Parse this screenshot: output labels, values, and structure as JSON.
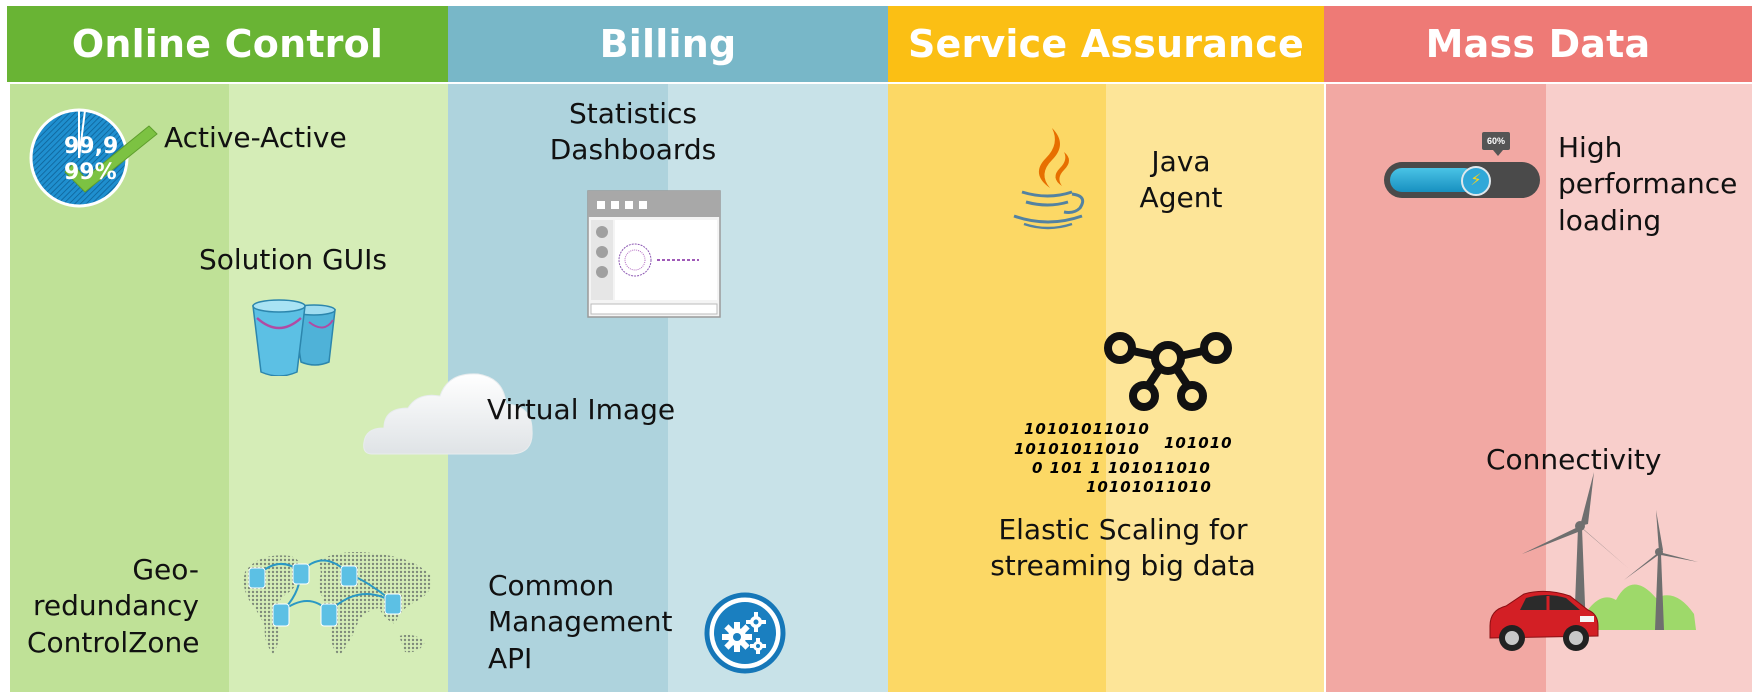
{
  "columns": [
    {
      "id": "online-control",
      "title": "Online Control",
      "header_color": "#69b434",
      "band_dark": "#bfe197",
      "band_light": "#d5edb7",
      "items": {
        "active_active": "Active-Active",
        "availability_line1": "99,9",
        "availability_line2": "99%",
        "solution_guis": "Solution GUIs",
        "geo_line1": "Geo-",
        "geo_line2": "redundancy",
        "geo_line3": "ControlZone"
      }
    },
    {
      "id": "billing",
      "title": "Billing",
      "header_color": "#78b7c8",
      "band_dark": "#aed3dd",
      "band_light": "#c8e2e8",
      "items": {
        "stats_line1": "Statistics",
        "stats_line2": "Dashboards",
        "virtual_image": "Virtual Image",
        "common_line1": "Common",
        "common_line2": "Management",
        "common_line3": "API"
      }
    },
    {
      "id": "service-assurance",
      "title": "Service Assurance",
      "header_color": "#fbbf14",
      "band_dark": "#fcd865",
      "band_light": "#fde598",
      "items": {
        "java_line1": "Java",
        "java_line2": "Agent",
        "binary_line1": "10101011010",
        "binary_line2a": "10101011010",
        "binary_line2b": "101010",
        "binary_line3": "0 101 1 101011010",
        "binary_line4": "10101011010",
        "elastic_line1": "Elastic Scaling for",
        "elastic_line2": "streaming big data"
      }
    },
    {
      "id": "mass-data",
      "title": "Mass Data",
      "header_color": "#ee7a76",
      "band_dark": "#f2a8a3",
      "band_light": "#f8cecb",
      "items": {
        "gauge_label": "60%",
        "high_line1": "High",
        "high_line2": "performance",
        "high_line3": "loading",
        "connectivity": "Connectivity"
      }
    }
  ],
  "icons": {
    "availability": "availability-pie-check-icon",
    "buckets": "buckets-icon",
    "world_map": "world-map-databases-icon",
    "dashboard": "dashboard-window-icon",
    "cloud": "cloud-icon",
    "gears": "gears-icon",
    "java": "java-cup-icon",
    "network": "network-nodes-icon",
    "progress": "progress-bar-icon",
    "car": "car-icon",
    "wind_turbines": "wind-turbine-icon"
  },
  "progress_fraction": 0.6
}
